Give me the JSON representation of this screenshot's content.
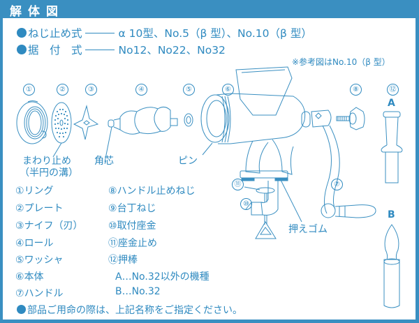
{
  "header": {
    "title": "解体図"
  },
  "specs": [
    {
      "label": "ねじ止め式",
      "models": "α 10型、No.5（β 型）、No.10（β 型）"
    },
    {
      "label": "据　付　式",
      "models": "No12、No22、No32"
    }
  ],
  "note": "※参考図はNo.10（β 型）",
  "callouts": {
    "n1": "①",
    "n2": "②",
    "n3": "③",
    "n4": "④",
    "n5": "⑤",
    "n6": "⑥",
    "n7": "⑦",
    "n8": "⑧",
    "n10": "⑩",
    "n11": "⑪",
    "n12": "⑫",
    "a": "A",
    "b": "B"
  },
  "annotations": {
    "rotation_stop_1": "まわり止め",
    "rotation_stop_2": "（半円の溝）",
    "square_core": "角芯",
    "pin": "ピン",
    "rubber_pad": "押えゴム"
  },
  "parts_left": [
    {
      "num": "①",
      "name": "リング"
    },
    {
      "num": "②",
      "name": "プレート"
    },
    {
      "num": "③",
      "name": "ナイフ（刃）"
    },
    {
      "num": "④",
      "name": "ロール"
    },
    {
      "num": "⑤",
      "name": "ワッシャ"
    },
    {
      "num": "⑥",
      "name": "本体"
    },
    {
      "num": "⑦",
      "name": "ハンドル"
    }
  ],
  "parts_right": [
    {
      "num": "⑧",
      "name": "ハンドル止めねじ"
    },
    {
      "num": "⑨",
      "name": "台丁ねじ"
    },
    {
      "num": "⑩",
      "name": "取付座金"
    },
    {
      "num": "⑪",
      "name": "座金止め"
    },
    {
      "num": "⑫",
      "name": "押棒"
    },
    {
      "num": "",
      "name": "A…No.32以外の機種"
    },
    {
      "num": "",
      "name": "B…No.32"
    }
  ],
  "footer": "部品ご用命の際は、上記名称をご指定ください。",
  "colors": {
    "frame": "#3a8fc1",
    "text": "#2f8ac0",
    "background": "#ffffff"
  }
}
